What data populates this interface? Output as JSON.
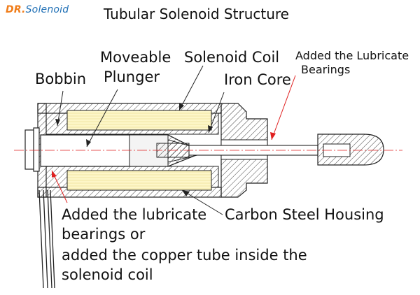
{
  "logo": {
    "prefix": "DR.",
    "name": "Solenoid"
  },
  "title": "Tubular Solenoid Structure",
  "labels": {
    "moveable": "Moveable",
    "plunger": "Plunger",
    "solenoid_coil": "Solenoid Coil",
    "bobbin": "Bobbin",
    "iron_core": "Iron Core",
    "lube_1": "Added the Lubricate",
    "lube_2": "Bearings",
    "lube_bottom_1": "Added the lubricate",
    "lube_bottom_2": "bearings  or",
    "copper_1": "added the  copper tube inside the",
    "copper_2": "solenoid coil",
    "housing": "Carbon Steel Housing"
  },
  "colors": {
    "logo_orange": "#f07d1a",
    "logo_blue": "#1f6fb5",
    "coil_fill": "#fdf6c8",
    "leader_red": "#e02020",
    "line": "#222222"
  }
}
